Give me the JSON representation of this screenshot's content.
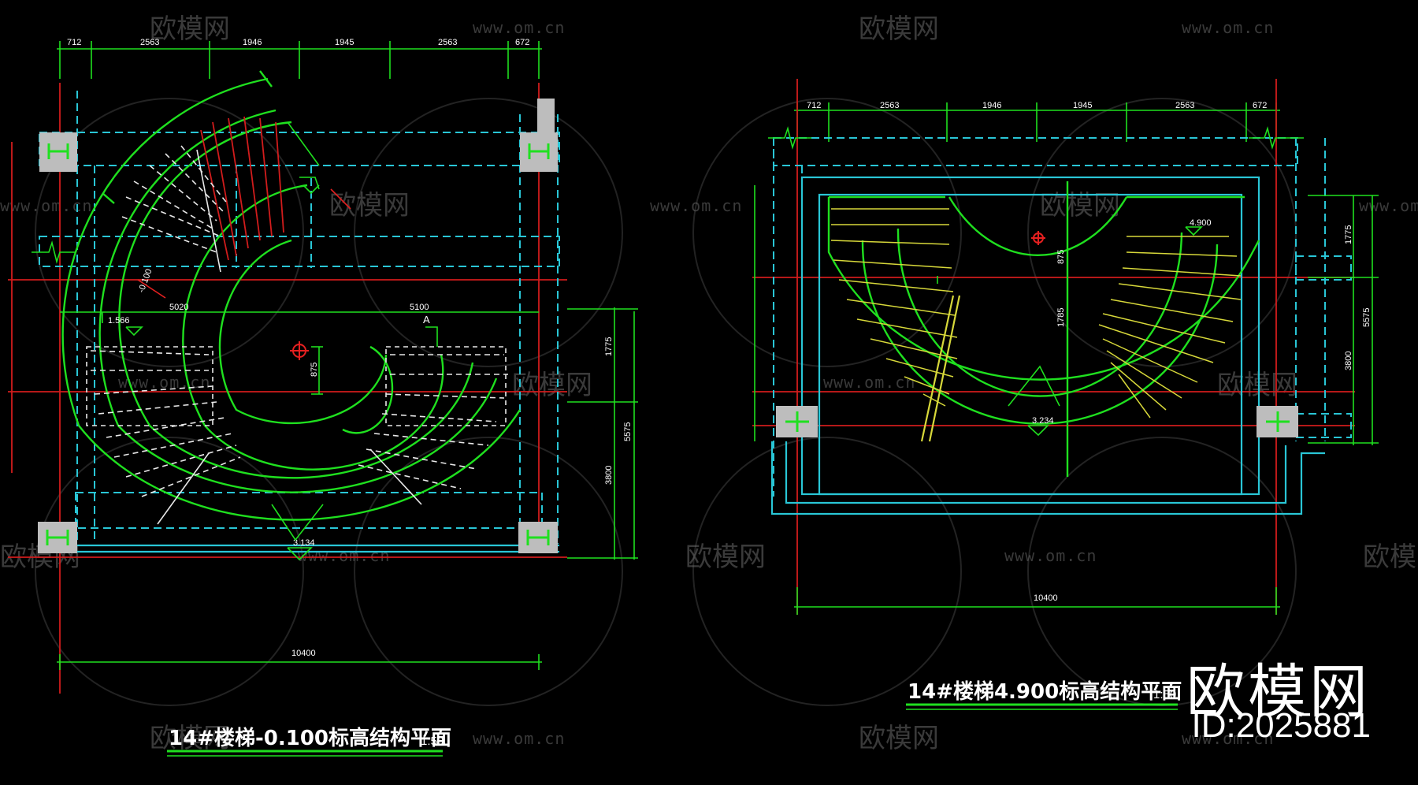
{
  "drawing_left": {
    "title": "14#楼梯-0.100标高结构平面",
    "scale": "1:50",
    "top_dims": [
      "712",
      "2563",
      "1946",
      "1945",
      "2563",
      "672"
    ],
    "bottom_dim": "10400",
    "right_dims": [
      "1775",
      "5575",
      "3800"
    ],
    "inner_dims": [
      "5020",
      "5100",
      "875"
    ],
    "levels": [
      "1.566",
      "3.134",
      "-0.100"
    ],
    "section_mark": "A"
  },
  "drawing_right": {
    "title": "14#楼梯4.900标高结构平面",
    "scale": "1:50",
    "top_dims": [
      "712",
      "2563",
      "1946",
      "1945",
      "2563",
      "672"
    ],
    "bottom_dim": "10400",
    "right_dims": [
      "1775",
      "5575",
      "3800"
    ],
    "inner_dims": [
      "875",
      "1785"
    ],
    "levels": [
      "4.900",
      "3.234"
    ]
  },
  "watermark": {
    "brand": "欧模网",
    "url": "www.om.cn"
  },
  "brand_block": {
    "name": "欧模网",
    "id": "ID:2025881"
  }
}
